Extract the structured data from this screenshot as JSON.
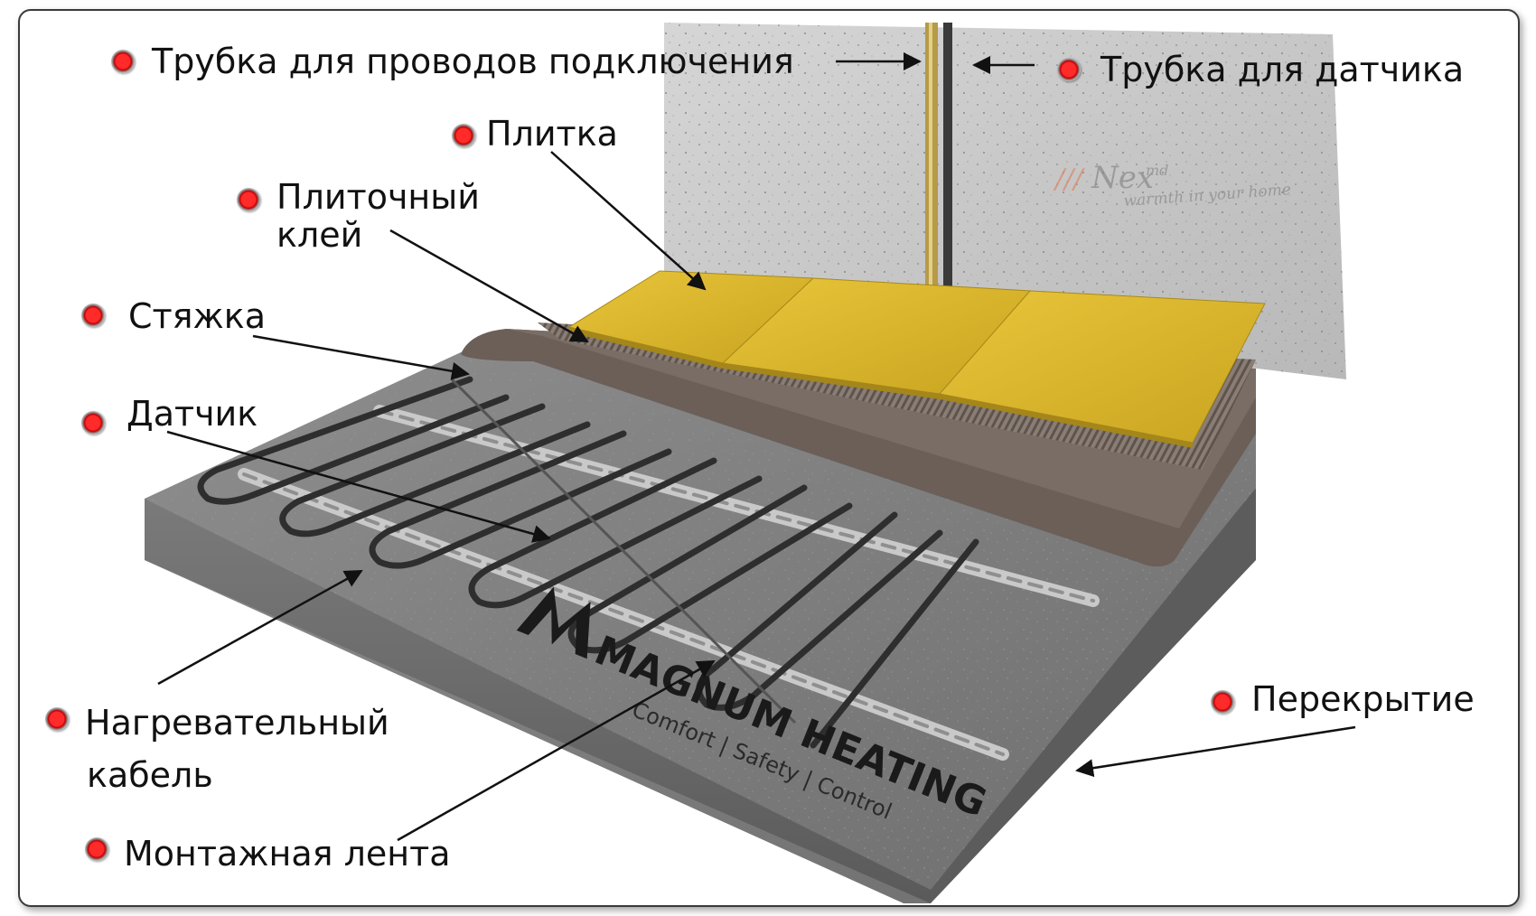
{
  "labels": {
    "wire_tube": "Трубка для проводов подключения",
    "sensor_tube": "Трубка для датчика",
    "tile": "Плитка",
    "tile_adhesive_1": "Плиточный",
    "tile_adhesive_2": "клей",
    "screed": "Стяжка",
    "sensor": "Датчик",
    "heating_cable_1": "Нагревательный",
    "heating_cable_2": "кабель",
    "mounting_tape": "Монтажная лента",
    "slab": "Перекрытие"
  },
  "watermark": {
    "brand": "Nex",
    "suffix": "md",
    "tagline": "warmth in your home"
  },
  "logo": {
    "brand": "MAGNUM HEATING",
    "tagline": "Comfort | Safety | Control"
  },
  "colors": {
    "marker_dot": "#e00000",
    "tile": "#d8b62a",
    "concrete": "#7c7c7c",
    "screed": "#6b5f58",
    "wall": "#c9c9c9"
  }
}
